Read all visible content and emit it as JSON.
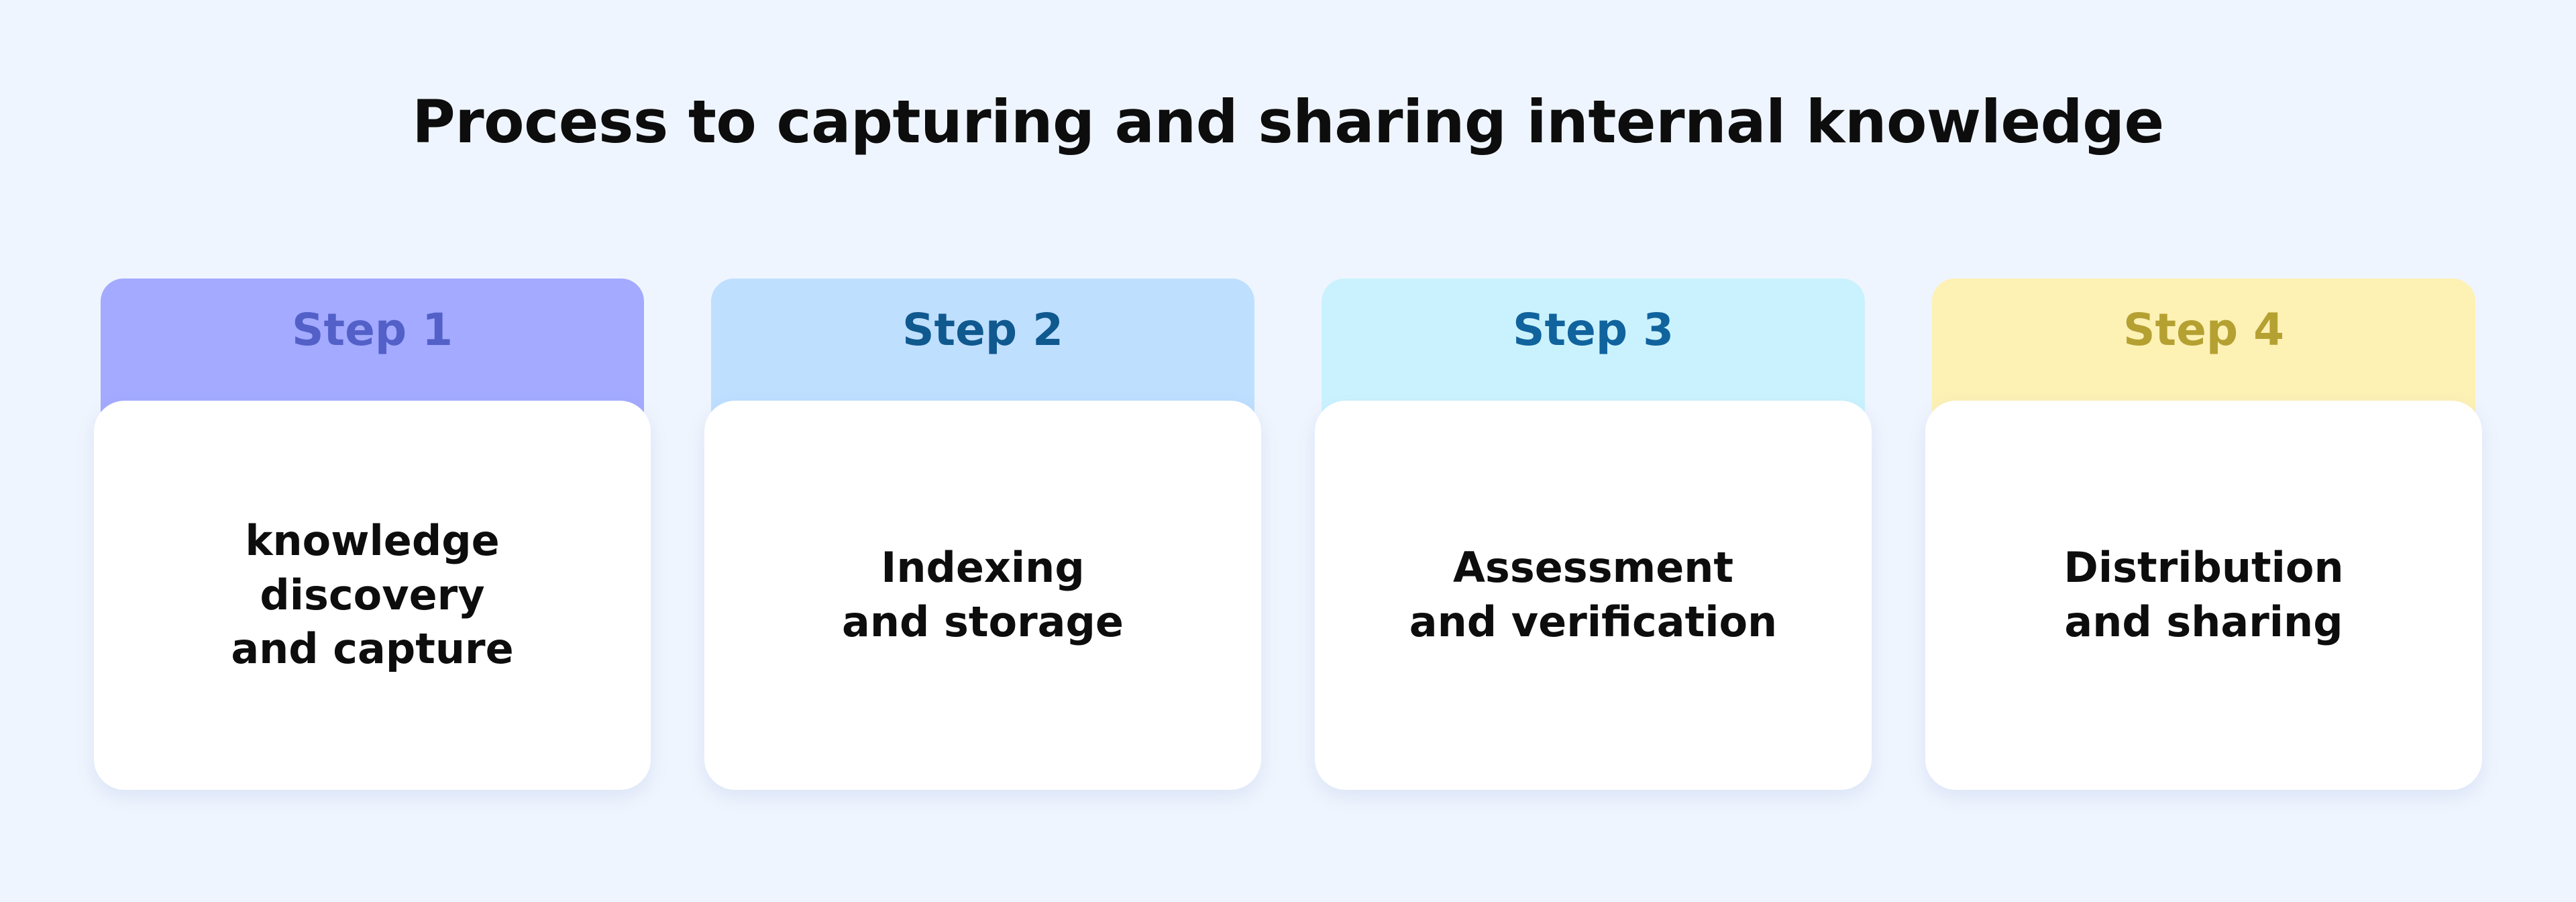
{
  "page": {
    "background_color": "#eff5fe",
    "title": "Process to capturing and sharing internal knowledge",
    "title_color": "#0d0d0d"
  },
  "cards": [
    {
      "step_label": "Step 1",
      "body_text": "knowledge\ndiscovery\nand capture",
      "header_color": "#a3aaff",
      "label_color": "#5260c8",
      "body_color": "#ffffff",
      "body_text_color": "#0d0d0d"
    },
    {
      "step_label": "Step 2",
      "body_text": "Indexing\nand storage",
      "header_color": "#bfdfff",
      "label_color": "#10598f",
      "body_color": "#ffffff",
      "body_text_color": "#0d0d0d"
    },
    {
      "step_label": "Step 3",
      "body_text": "Assessment\nand verification",
      "header_color": "#caf2fe",
      "label_color": "#10639d",
      "body_color": "#ffffff",
      "body_text_color": "#0d0d0d"
    },
    {
      "step_label": "Step 4",
      "body_text": "Distribution\nand sharing",
      "header_color": "#fdf1b4",
      "label_color": "#b5a132",
      "body_color": "#ffffff",
      "body_text_color": "#0d0d0d"
    }
  ]
}
